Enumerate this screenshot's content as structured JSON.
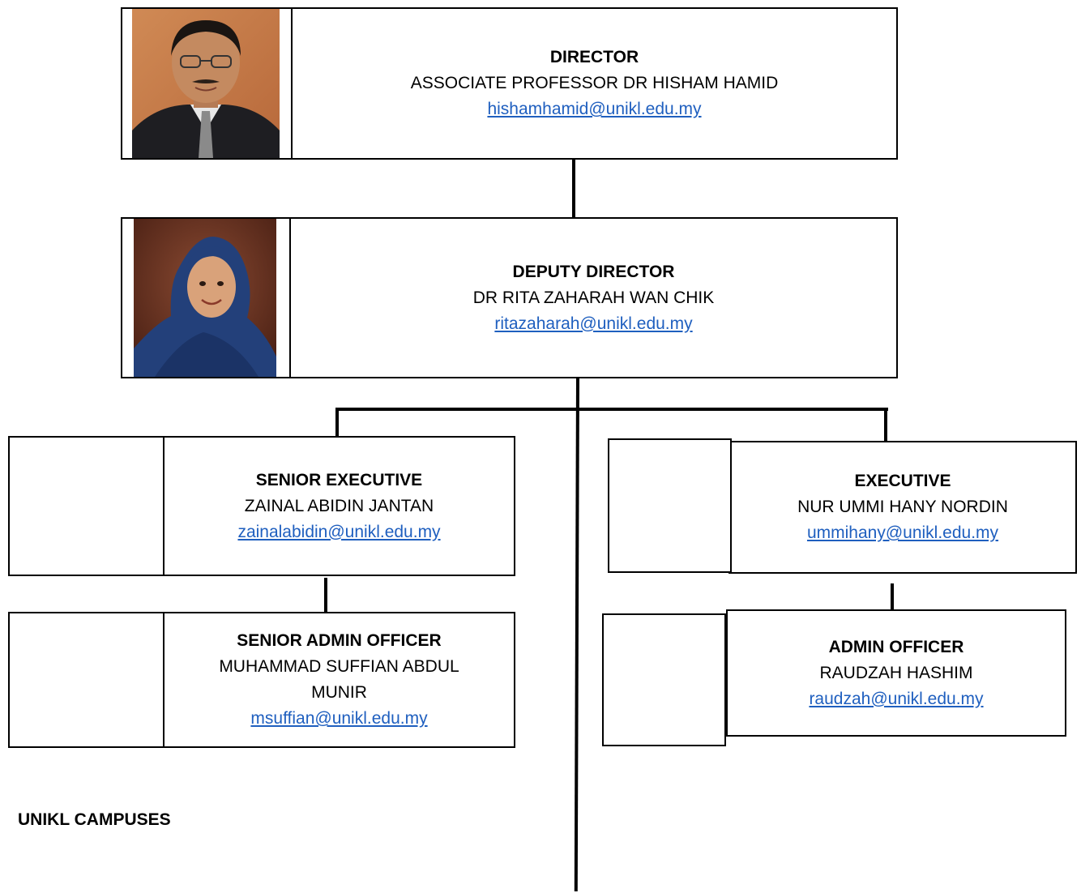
{
  "director": {
    "role": "DIRECTOR",
    "name": "ASSOCIATE PROFESSOR DR HISHAM HAMID",
    "email": "hishamhamid@unikl.edu.my"
  },
  "deputy_director": {
    "role": "DEPUTY DIRECTOR",
    "name": "DR RITA ZAHARAH WAN CHIK",
    "email": "ritazaharah@unikl.edu.my"
  },
  "senior_executive": {
    "role": "SENIOR EXECUTIVE",
    "name": "ZAINAL ABIDIN JANTAN",
    "email": "zainalabidin@unikl.edu.my"
  },
  "executive": {
    "role": "EXECUTIVE",
    "name": "NUR UMMI HANY NORDIN",
    "email": "ummihany@unikl.edu.my"
  },
  "senior_admin_officer": {
    "role": "SENIOR ADMIN OFFICER",
    "name_line1": "MUHAMMAD SUFFIAN ABDUL",
    "name_line2": "MUNIR",
    "email": "msuffian@unikl.edu.my"
  },
  "admin_officer": {
    "role": "ADMIN OFFICER",
    "name": "RAUDZAH HASHIM",
    "email": "raudzah@unikl.edu.my"
  },
  "campuses_heading": "UNIKL CAMPUSES",
  "colors": {
    "link": "#1f5fbf",
    "border": "#000000"
  }
}
